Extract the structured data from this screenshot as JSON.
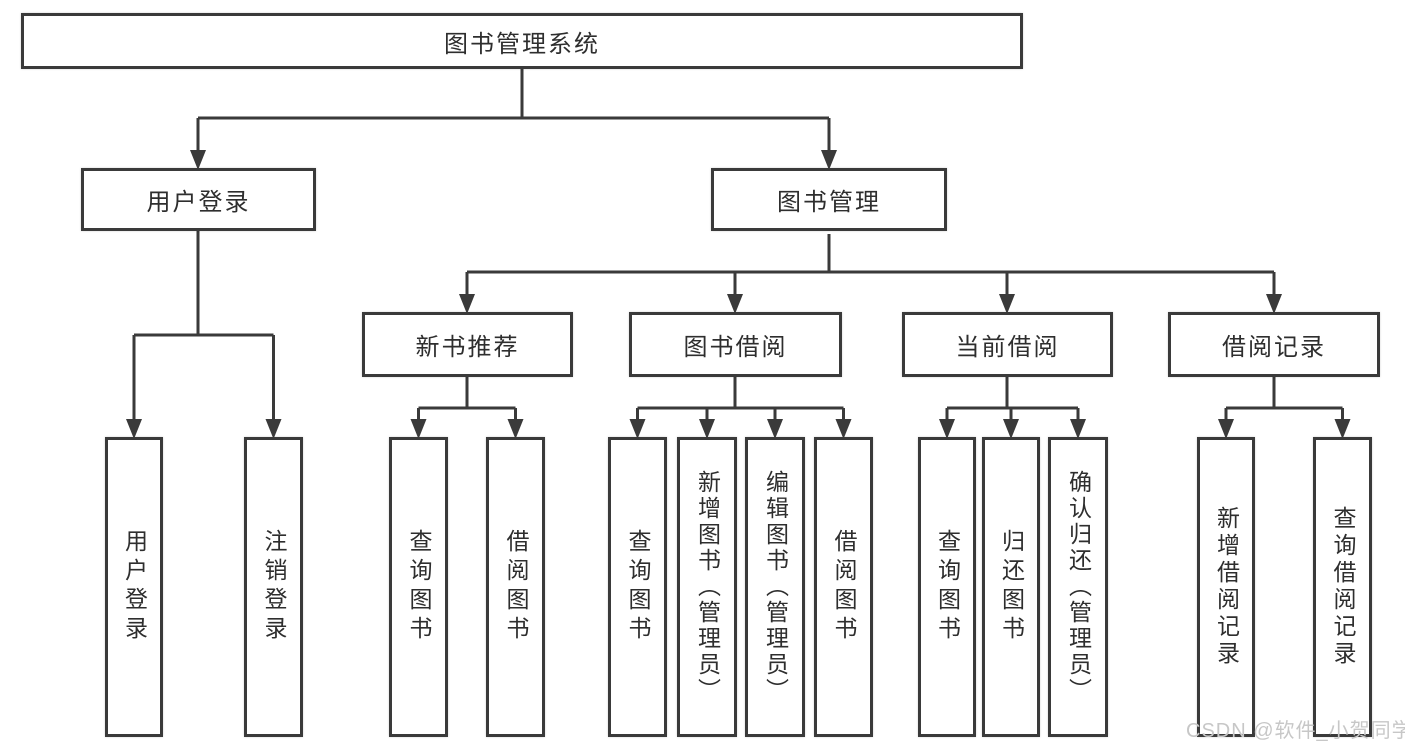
{
  "colors": {
    "line": "#3a3a3a",
    "text": "#2e2e2e",
    "box_bg": "#ffffff",
    "watermark": "#c7c7c7"
  },
  "watermark": {
    "text": "CSDN @软件_小贺同学"
  },
  "tree": {
    "root": {
      "label": "图书管理系统"
    },
    "children": [
      {
        "label": "用户登录",
        "children": [
          {
            "label": "用户登录"
          },
          {
            "label": "注销登录"
          }
        ]
      },
      {
        "label": "图书管理",
        "children": [
          {
            "label": "新书推荐",
            "children": [
              {
                "label": "查询图书"
              },
              {
                "label": "借阅图书"
              }
            ]
          },
          {
            "label": "图书借阅",
            "children": [
              {
                "label": "查询图书"
              },
              {
                "label": "新增图书（管理员）"
              },
              {
                "label": "编辑图书（管理员）"
              },
              {
                "label": "借阅图书"
              }
            ]
          },
          {
            "label": "当前借阅",
            "children": [
              {
                "label": "查询图书"
              },
              {
                "label": "归还图书"
              },
              {
                "label": "确认归还（管理员）"
              }
            ]
          },
          {
            "label": "借阅记录",
            "children": [
              {
                "label": "新增借阅记录"
              },
              {
                "label": "查询借阅记录"
              }
            ]
          }
        ]
      }
    ]
  }
}
